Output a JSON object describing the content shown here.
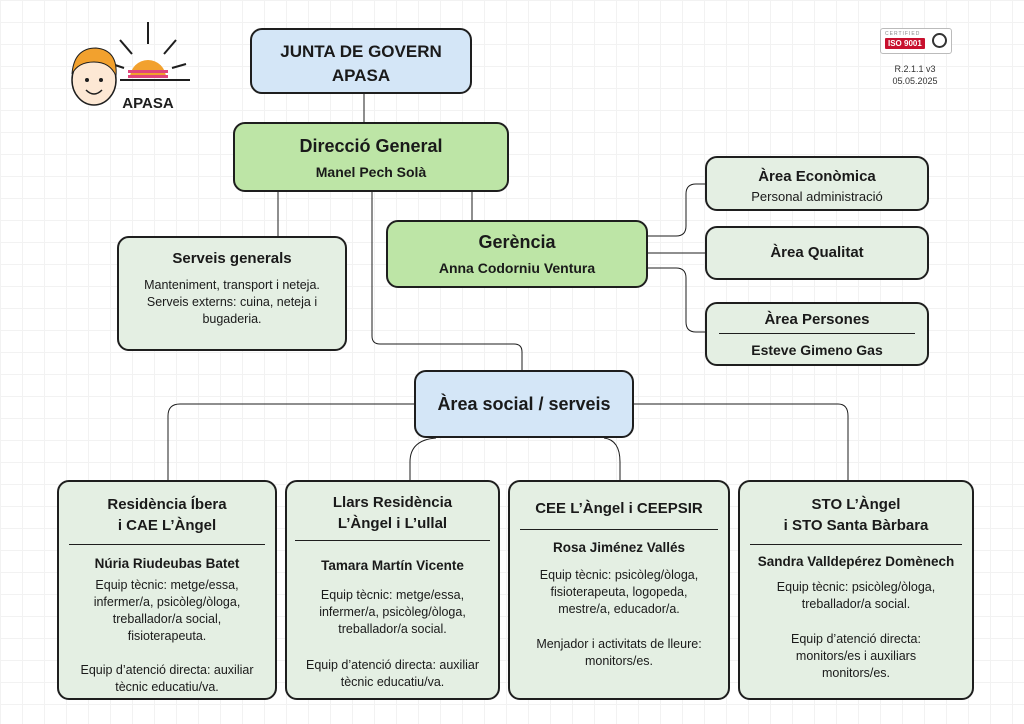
{
  "logo": {
    "text": "APASA"
  },
  "certificate": {
    "label": "CERTIFIED",
    "standard": "ISO 9001"
  },
  "document": {
    "revision": "R.2.1.1 v3",
    "date": "05.05.2025"
  },
  "junta": {
    "line1": "JUNTA DE GOVERN",
    "line2": "APASA"
  },
  "direccio": {
    "title": "Direcció General",
    "person": "Manel Pech Solà"
  },
  "serveis_generals": {
    "title": "Serveis generals",
    "line1": "Manteniment, transport i neteja.",
    "line2": "Serveis externs: cuina, neteja i",
    "line3": "bugaderia."
  },
  "gerencia": {
    "title": "Gerència",
    "person": "Anna Codorniu Ventura"
  },
  "area_economica": {
    "title": "Àrea Econòmica",
    "subtitle": "Personal administració"
  },
  "area_qualitat": {
    "title": "Àrea Qualitat"
  },
  "area_persones": {
    "title": "Àrea Persones",
    "person": "Esteve Gimeno Gas"
  },
  "area_social": {
    "title": "Àrea social / serveis"
  },
  "residencia": {
    "title1": "Residència Íbera",
    "title2": "i CAE L’Àngel",
    "person": "Núria Riudeubas Batet",
    "lines": [
      "Equip tècnic: metge/essa,",
      "infermer/a, psicòleg/òloga,",
      "treballador/a social,",
      "fisioterapeuta."
    ],
    "lines2": [
      "Equip d’atenció directa: auxiliar",
      "tècnic educatiu/va."
    ]
  },
  "llars": {
    "title1": "Llars Residència",
    "title2": "L’Àngel i L’ullal",
    "person": "Tamara Martín Vicente",
    "lines": [
      "Equip tècnic: metge/essa,",
      "infermer/a, psicòleg/òloga,",
      "treballador/a social."
    ],
    "lines2": [
      "Equip d’atenció directa: auxiliar",
      "tècnic educatiu/va."
    ]
  },
  "cee": {
    "title1": "CEE L’Àngel i CEEPSIR",
    "person": "Rosa Jiménez Vallés",
    "lines": [
      "Equip tècnic: psicòleg/òloga,",
      "fisioterapeuta, logopeda,",
      "mestre/a, educador/a."
    ],
    "lines2": [
      "Menjador i activitats de lleure:",
      "monitors/es."
    ]
  },
  "sto": {
    "title1": "STO L’Àngel",
    "title2": "i STO Santa Bàrbara",
    "person": "Sandra Valldepérez Domènech",
    "lines": [
      "Equip tècnic: psicòleg/òloga,",
      "treballador/a social."
    ],
    "lines2": [
      "Equip d’atenció directa:",
      "monitors/es i auxiliars",
      "monitors/es."
    ]
  },
  "colors": {
    "blue_node": "#d4e6f7",
    "green_node": "#bde5a6",
    "grey_node": "#e4efe3",
    "border": "#1e1e1e"
  }
}
